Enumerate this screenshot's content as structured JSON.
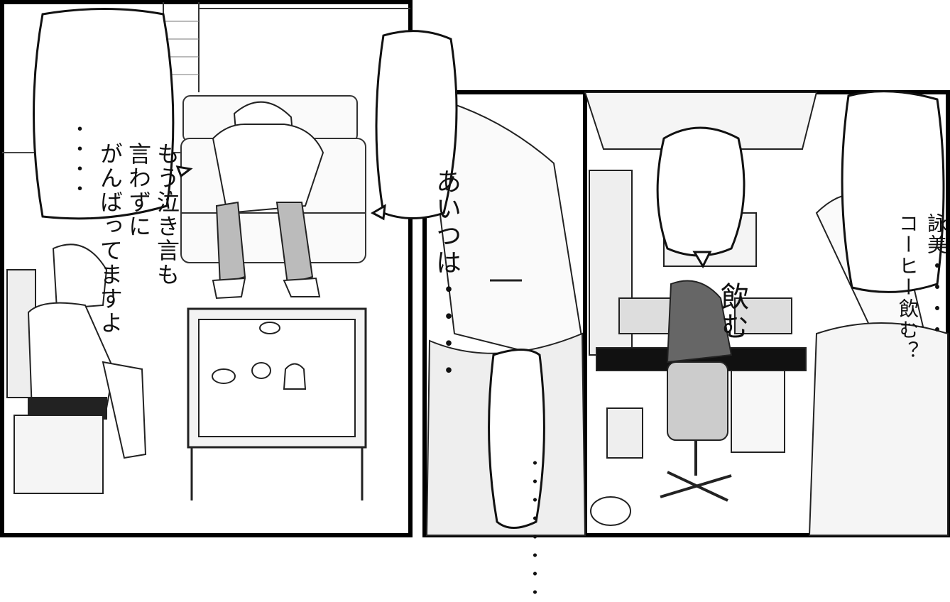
{
  "panels": [
    {
      "id": "left",
      "bubbles": [
        {
          "lines": [
            "もう泣き言も",
            "言わずに",
            "がんばってますよ"
          ]
        },
        {
          "lines": [
            "・・・・"
          ]
        }
      ]
    },
    {
      "id": "middle",
      "bubbles": [
        {
          "lines": [
            "あいつは・・・・"
          ]
        }
      ]
    },
    {
      "id": "right",
      "bubbles": [
        {
          "lines": [
            "詠美・・・・",
            "コーヒー飲む？"
          ]
        },
        {
          "lines": [
            "飲む"
          ]
        },
        {
          "lines": [
            "・・・・・・・・"
          ]
        }
      ]
    }
  ]
}
